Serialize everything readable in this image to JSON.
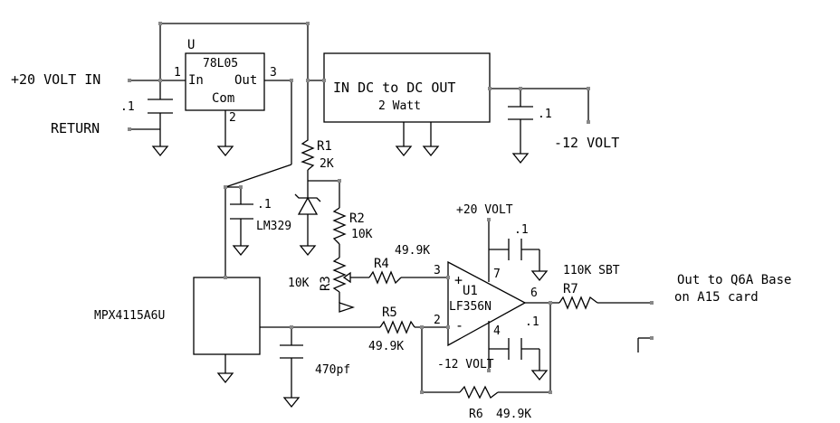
{
  "labels": {
    "supply_in": "+20 VOLT IN",
    "return": "RETURN",
    "cap_in": ".1",
    "reg_ref": "U",
    "reg_part": "78L05",
    "reg_in": "In",
    "reg_out": "Out",
    "reg_com": "Com",
    "reg_pin1": "1",
    "reg_pin2": "2",
    "reg_pin3": "3",
    "dcdc_title": "IN DC to DC OUT",
    "dcdc_power": "2 Watt",
    "cap_out": ".1",
    "neg12": "-12 VOLT",
    "r1_ref": "R1",
    "r1_val": "2K",
    "ref_cap": ".1",
    "zener": "LM329",
    "r2_ref": "R2",
    "r2_val": "10K",
    "r3_ref": "R3",
    "r3_val": "10K",
    "r4_ref": "R4",
    "r4_val": "49.9K",
    "r5_ref": "R5",
    "r5_val": "49.9K",
    "sensor": "MPX4115A6U",
    "cap_470": "470pf",
    "op_supply_pos": "+20 VOLT",
    "op_cap_top": ".1",
    "op_pin7": "7",
    "op_pin3": "3",
    "op_plus": "+",
    "op_ref": "U1",
    "op_part": "LF356N",
    "op_pin2": "2",
    "op_minus": "-",
    "op_pin4": "4",
    "op_pin6": "6",
    "op_cap_bot": ".1",
    "op_supply_neg": "-12 VOLT",
    "r6_ref": "R6",
    "r6_val": "49.9K",
    "r7_val": "110K SBT",
    "r7_ref": "R7",
    "out_line1": "Out to Q6A Base",
    "out_line2": "on A15 card"
  }
}
